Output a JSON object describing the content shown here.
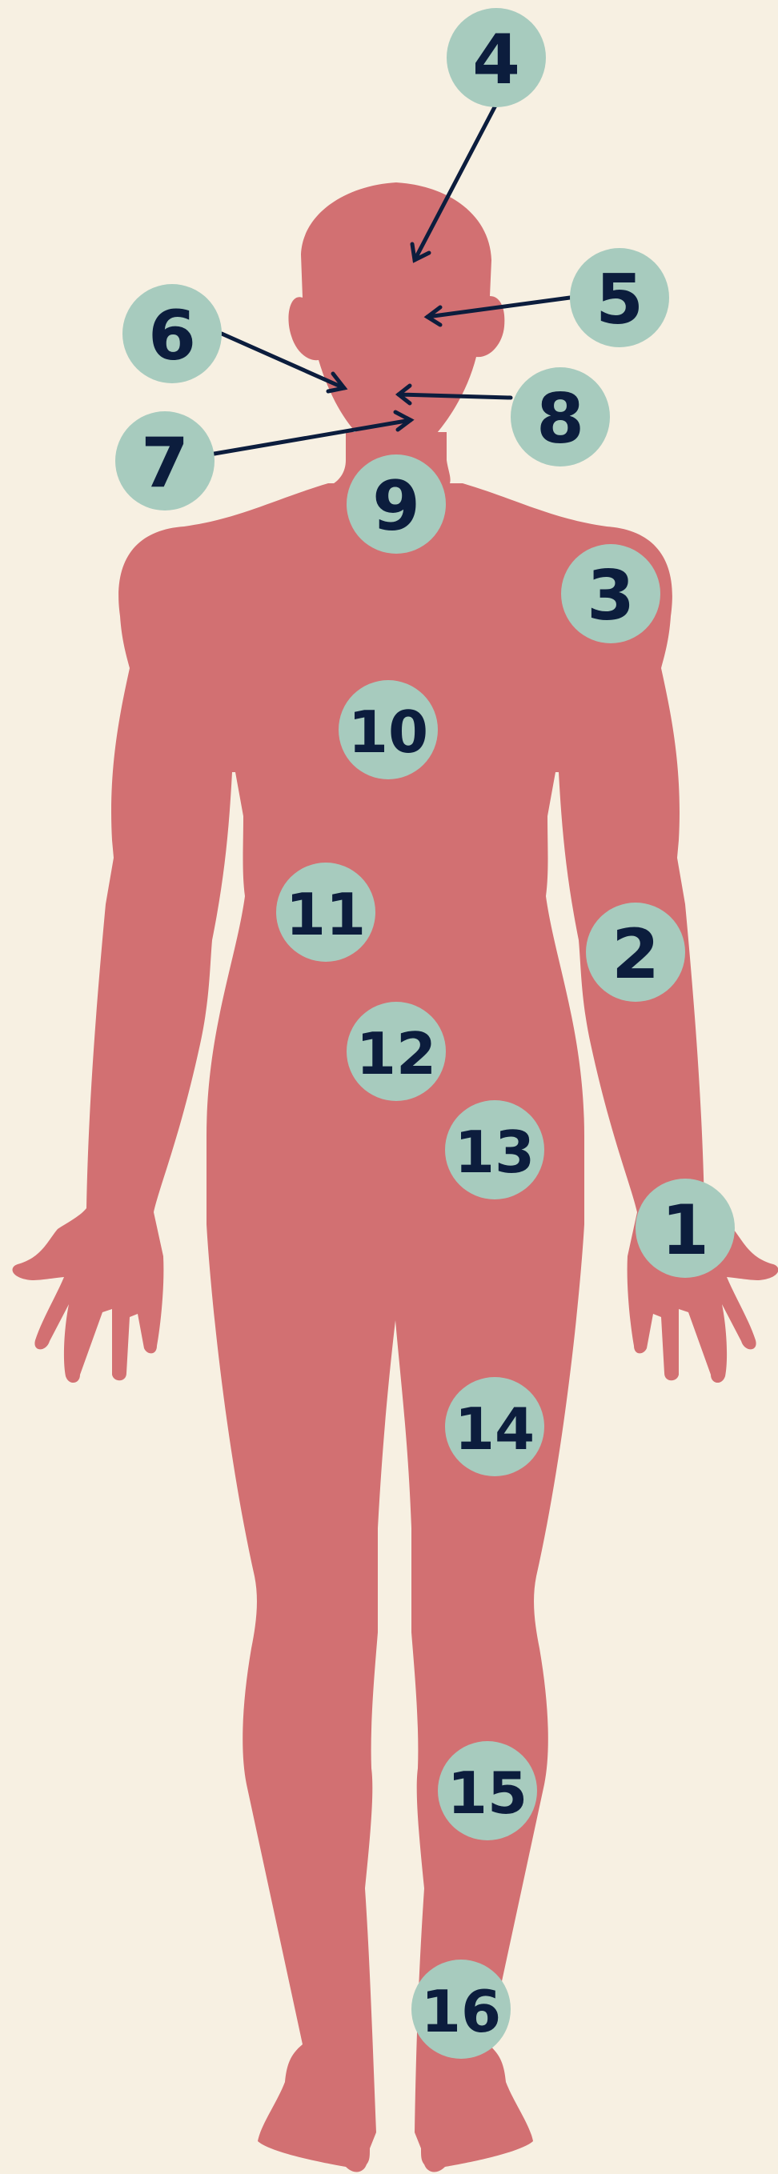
{
  "colors": {
    "background": "#f7f0e2",
    "body": "#d27072",
    "marker": "#a7cbbe",
    "ink": "#0c1d3d"
  },
  "markers": [
    {
      "id": "m1",
      "label": "1"
    },
    {
      "id": "m2",
      "label": "2"
    },
    {
      "id": "m3",
      "label": "3"
    },
    {
      "id": "m4",
      "label": "4"
    },
    {
      "id": "m5",
      "label": "5"
    },
    {
      "id": "m6",
      "label": "6"
    },
    {
      "id": "m7",
      "label": "7"
    },
    {
      "id": "m8",
      "label": "8"
    },
    {
      "id": "m9",
      "label": "9"
    },
    {
      "id": "m10",
      "label": "10"
    },
    {
      "id": "m11",
      "label": "11"
    },
    {
      "id": "m12",
      "label": "12"
    },
    {
      "id": "m13",
      "label": "13"
    },
    {
      "id": "m14",
      "label": "14"
    },
    {
      "id": "m15",
      "label": "15"
    },
    {
      "id": "m16",
      "label": "16"
    }
  ]
}
